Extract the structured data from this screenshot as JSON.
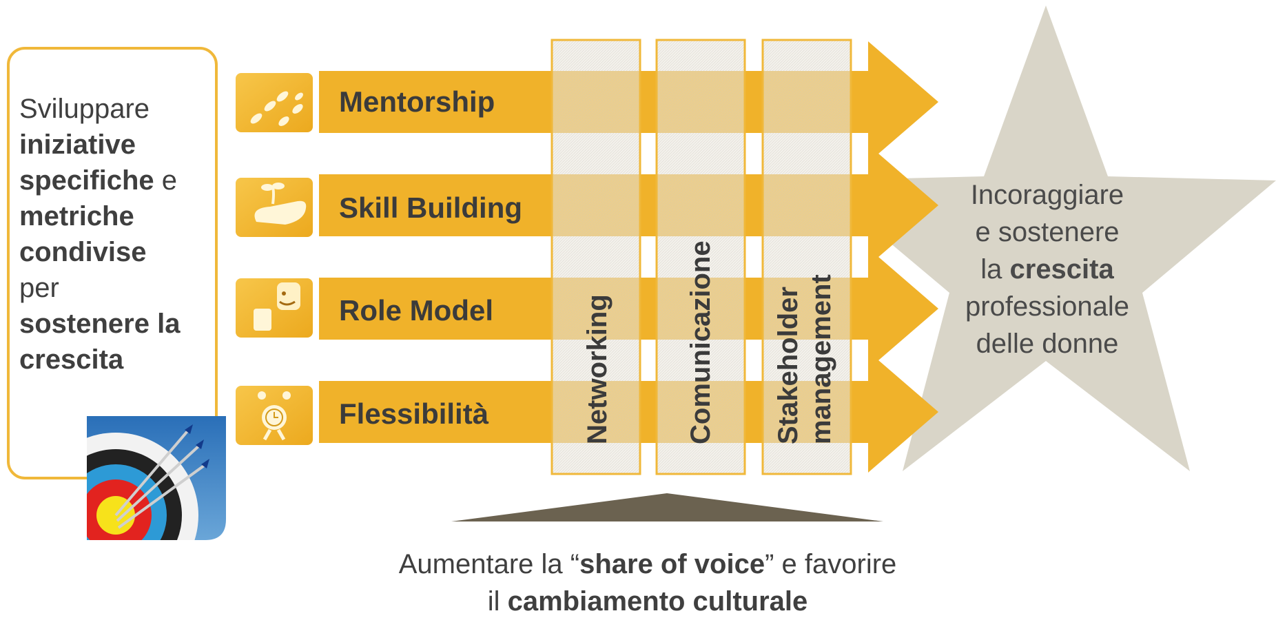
{
  "left_box": {
    "parts": [
      {
        "text": "Sviluppare",
        "bold": false,
        "br": true
      },
      {
        "text": "iniziative",
        "bold": true,
        "br": true
      },
      {
        "text": "specifiche",
        "bold": true,
        "br": false
      },
      {
        "text": " e",
        "bold": false,
        "br": true
      },
      {
        "text": "metriche",
        "bold": true,
        "br": true
      },
      {
        "text": "condivise",
        "bold": true,
        "br": true
      },
      {
        "text": "per",
        "bold": false,
        "br": true
      },
      {
        "text": "sostenere la",
        "bold": true,
        "br": true
      },
      {
        "text": "crescita",
        "bold": true,
        "br": false
      }
    ]
  },
  "arrows": [
    {
      "label": "Mentorship",
      "icon": "footprints-icon"
    },
    {
      "label": "Skill Building",
      "icon": "hand-sprout-icon"
    },
    {
      "label": "Role Model",
      "icon": "mentor-figures-icon"
    },
    {
      "label": "Flessibilità",
      "icon": "juggler-clock-icon"
    }
  ],
  "columns": [
    {
      "lines": [
        "Networking"
      ]
    },
    {
      "lines": [
        "Comunicazione"
      ]
    },
    {
      "lines": [
        "Stakeholder",
        "management"
      ]
    }
  ],
  "star": {
    "parts": [
      {
        "text": "Incoraggiare",
        "bold": false,
        "br": true
      },
      {
        "text": "e sostenere",
        "bold": false,
        "br": true
      },
      {
        "text": "la ",
        "bold": false,
        "br": false
      },
      {
        "text": "crescita",
        "bold": true,
        "br": true
      },
      {
        "text": "professionale",
        "bold": false,
        "br": true
      },
      {
        "text": "delle donne",
        "bold": false,
        "br": false
      }
    ]
  },
  "bottom": {
    "parts": [
      {
        "text": "Aumentare la “",
        "bold": false,
        "br": false
      },
      {
        "text": "share of voice",
        "bold": true,
        "br": false
      },
      {
        "text": "” e favorire",
        "bold": false,
        "br": true
      },
      {
        "text": "il ",
        "bold": false,
        "br": false
      },
      {
        "text": "cambiamento culturale",
        "bold": true,
        "br": false
      }
    ]
  },
  "colors": {
    "arrow": "#f0b22a",
    "border": "#f0b83a",
    "star": "#d9d5c8",
    "triangle": "#6b6250",
    "text": "#3b3b3b"
  },
  "image": {
    "icon": "archery-target-icon"
  }
}
